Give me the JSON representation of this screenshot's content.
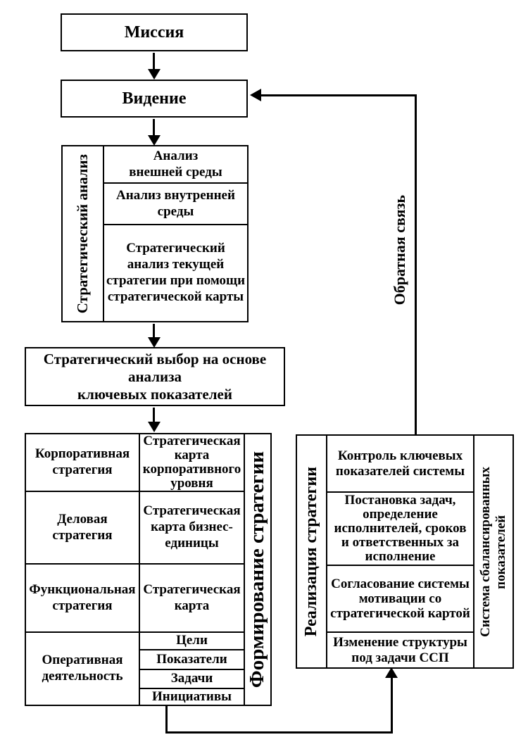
{
  "colors": {
    "line": "#000000",
    "background": "#ffffff",
    "text": "#000000"
  },
  "nodes": {
    "mission": "Миссия",
    "vision": "Видение",
    "strategic_analysis": {
      "label": "Стратегический анализ",
      "cells": [
        "Анализ\nвнешней среды",
        "Анализ внутренней\nсреды",
        "Стратегический\nанализ текущей\nстратегии при помощи\nстратегической карты"
      ]
    },
    "strategic_choice": "Стратегический выбор на основе анализа\nключевых показателей",
    "formation": {
      "label": "Формирование стратегии",
      "rows": [
        {
          "left": "Корпоративная\nстратегия",
          "right": "Стратегическая\nкарта\nкорпоративного\nуровня"
        },
        {
          "left": "Деловая\nстратегия",
          "right": "Стратегическая\nкарта бизнес-\nединицы"
        },
        {
          "left": "Функциональная\nстратегия",
          "right": "Стратегическая\nкарта"
        },
        {
          "left": "Оперативная\nдеятельность",
          "right_items": [
            "Цели",
            "Показатели",
            "Задачи",
            "Инициативы"
          ]
        }
      ]
    },
    "realization": {
      "label": "Реализация стратегии",
      "bsc_label": "Система сбалансированных\nпоказателей",
      "cells": [
        "Контроль ключевых\nпоказателей системы",
        "Постановка задач,\nопределение\nисполнителей, сроков\nи ответственных за\nисполнение",
        "Согласование системы\nмотивации со\nстратегической картой",
        "Изменение структуры\nпод задачи ССП"
      ]
    },
    "feedback": "Обратная связь"
  }
}
